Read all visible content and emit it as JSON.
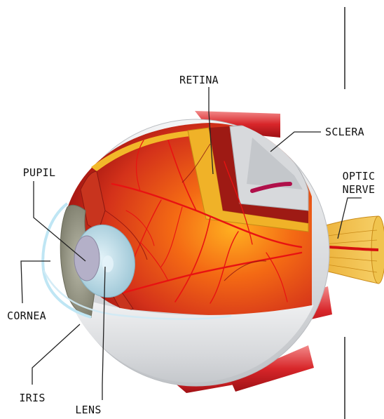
{
  "labels": {
    "retina": "RETINA",
    "sclera": "SCLERA",
    "optic_nerve_line1": "OPTIC",
    "optic_nerve_line2": "NERVE",
    "pupil": "PUPIL",
    "cornea": "CORNEA",
    "iris": "IRIS",
    "lens": "LENS"
  },
  "colors": {
    "interior": "#d9381e",
    "interior_glow": "#ff8a1a",
    "retina_layer": "#f0b228",
    "sclera": "#d7d9dc",
    "vessels": "#e01010",
    "muscle": "#d8262a",
    "optic_nerve": "#f2c04a",
    "lens": "#b8d8e6",
    "iris": "#9a9a86",
    "cornea": "#bfe6f4"
  }
}
